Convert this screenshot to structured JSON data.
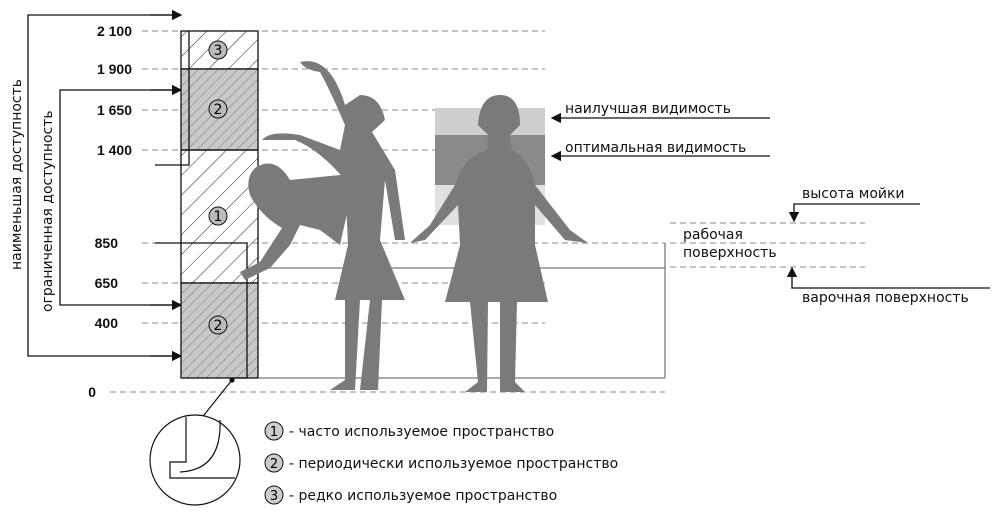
{
  "levels": [
    "2 100",
    "1 900",
    "1 650",
    "1 400",
    "850",
    "650",
    "400",
    "0"
  ],
  "vertical_labels": {
    "outer": "наименьшая доступность",
    "inner": "ограниченная доступность"
  },
  "zone_numbers": [
    "3",
    "2",
    "1",
    "2"
  ],
  "right_labels": {
    "best_visibility": "наилучшая видимость",
    "optimal_visibility": "оптимальная видимость",
    "sink_height": "высота мойки",
    "work_surface_1": "рабочая",
    "work_surface_2": "поверхность",
    "cooking_surface": "варочная поверхность"
  },
  "legend": [
    {
      "num": "1",
      "text": "- часто используемое пространство"
    },
    {
      "num": "2",
      "text": "- периодически используемое пространство"
    },
    {
      "num": "3",
      "text": "- редко используемое пространство"
    }
  ],
  "colors": {
    "figure": "#7a7a7a",
    "zone_gray": "#c8c8c8",
    "vis_light": "#cfcfcf",
    "vis_dark": "#8a8a8a"
  }
}
